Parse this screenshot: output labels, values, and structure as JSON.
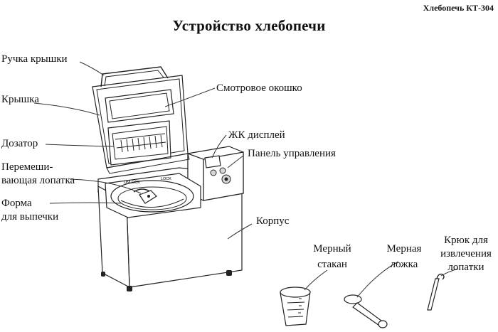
{
  "header": "Хлебопечь КТ-304",
  "title": "Устройство хлебопечи",
  "labels": {
    "lid_handle": "Ручка крышки",
    "lid": "Крышка",
    "dispenser": "Дозатор",
    "paddle_line1": "Перемеши-",
    "paddle_line2": "вающая лопатка",
    "pan_line1": "Форма",
    "pan_line2": "для выпечки",
    "window": "Смотровое окошко",
    "lcd": "ЖК дисплей",
    "control_panel": "Панель управления",
    "body": "Корпус",
    "cup_line1": "Мерный",
    "cup_line2": "стакан",
    "spoon_line1": "Мерная",
    "spoon_line2": "ложка",
    "hook_line1": "Крюк для",
    "hook_line2": "извлечения",
    "hook_line3": "лопатки"
  },
  "pan_marks": {
    "unlock": "UNLOCK",
    "lock": "LOCK"
  }
}
